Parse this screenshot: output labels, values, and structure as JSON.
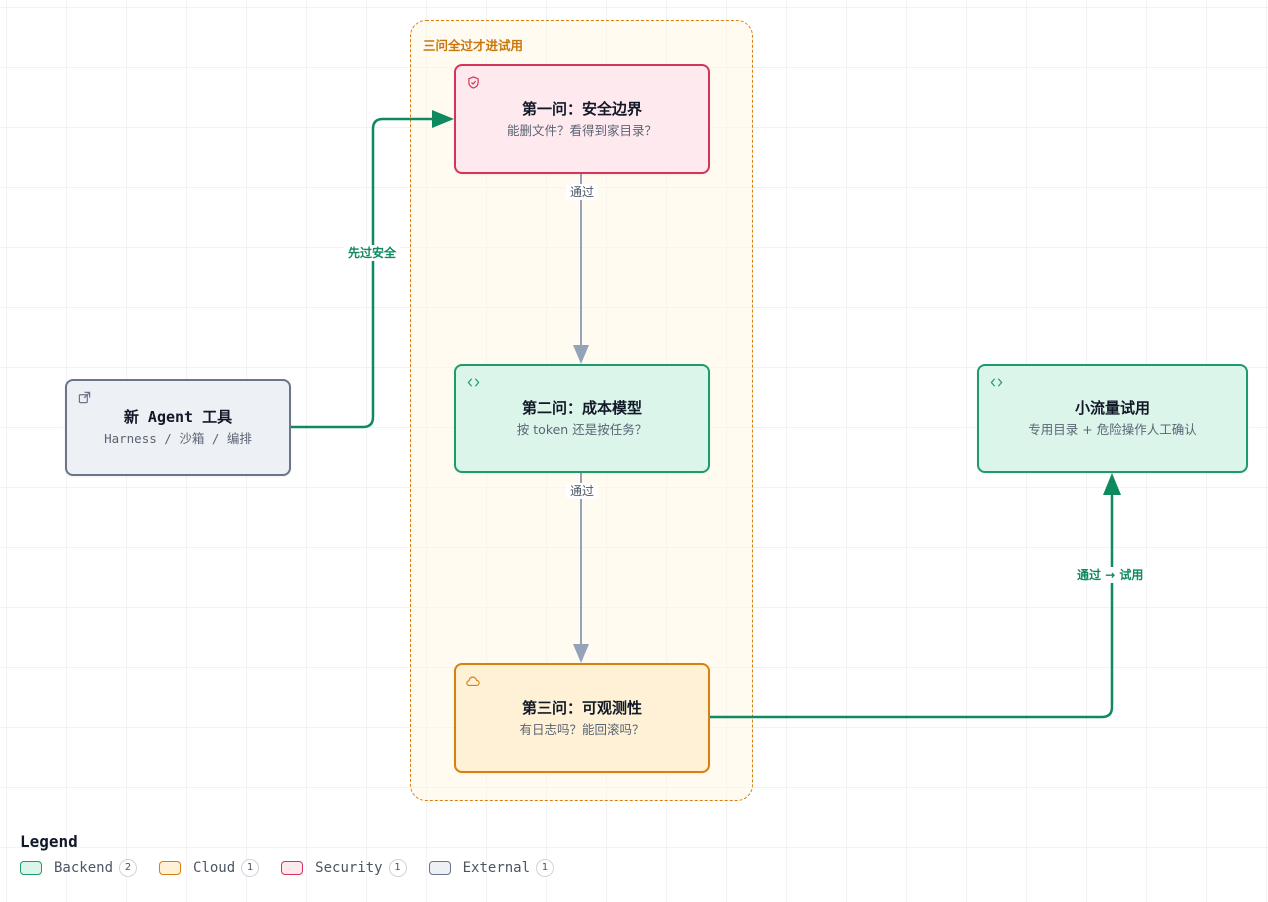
{
  "group": {
    "label": "三问全过才进试用"
  },
  "nodes": {
    "external": {
      "title": "新 Agent 工具",
      "subtitle": "Harness / 沙箱 / 编排",
      "icon": "external-link-icon",
      "category": "External"
    },
    "security": {
      "title": "第一问：安全边界",
      "subtitle": "能删文件？看得到家目录？",
      "icon": "shield-icon",
      "category": "Security"
    },
    "cost": {
      "title": "第二问：成本模型",
      "subtitle": "按 token 还是按任务？",
      "icon": "code-icon",
      "category": "Backend"
    },
    "observability": {
      "title": "第三问：可观测性",
      "subtitle": "有日志吗？能回滚吗？",
      "icon": "cloud-icon",
      "category": "Cloud"
    },
    "trial": {
      "title": "小流量试用",
      "subtitle": "专用目录 + 危险操作人工确认",
      "icon": "code-icon",
      "category": "Backend"
    }
  },
  "edges": [
    {
      "from": "external",
      "to": "security",
      "label": "先过安全"
    },
    {
      "from": "security",
      "to": "cost",
      "label": "通过"
    },
    {
      "from": "cost",
      "to": "observability",
      "label": "通过"
    },
    {
      "from": "observability",
      "to": "trial",
      "label": "通过 → 试用"
    }
  ],
  "legend": {
    "title": "Legend",
    "items": [
      {
        "label": "Backend",
        "count": "2",
        "fill": "#dcf5ea",
        "stroke": "#1e9b6b"
      },
      {
        "label": "Cloud",
        "count": "1",
        "fill": "#fef1d6",
        "stroke": "#d97f10"
      },
      {
        "label": "Security",
        "count": "1",
        "fill": "#fde9ee",
        "stroke": "#d5345a"
      },
      {
        "label": "External",
        "count": "1",
        "fill": "#edf0f4",
        "stroke": "#697588"
      }
    ]
  },
  "colors": {
    "backend": "#1e9b6b",
    "cloud": "#d97f10",
    "security": "#d5345a",
    "external": "#697588",
    "edge_gray": "#94a3b8",
    "edge_green": "#0f8a5f"
  }
}
